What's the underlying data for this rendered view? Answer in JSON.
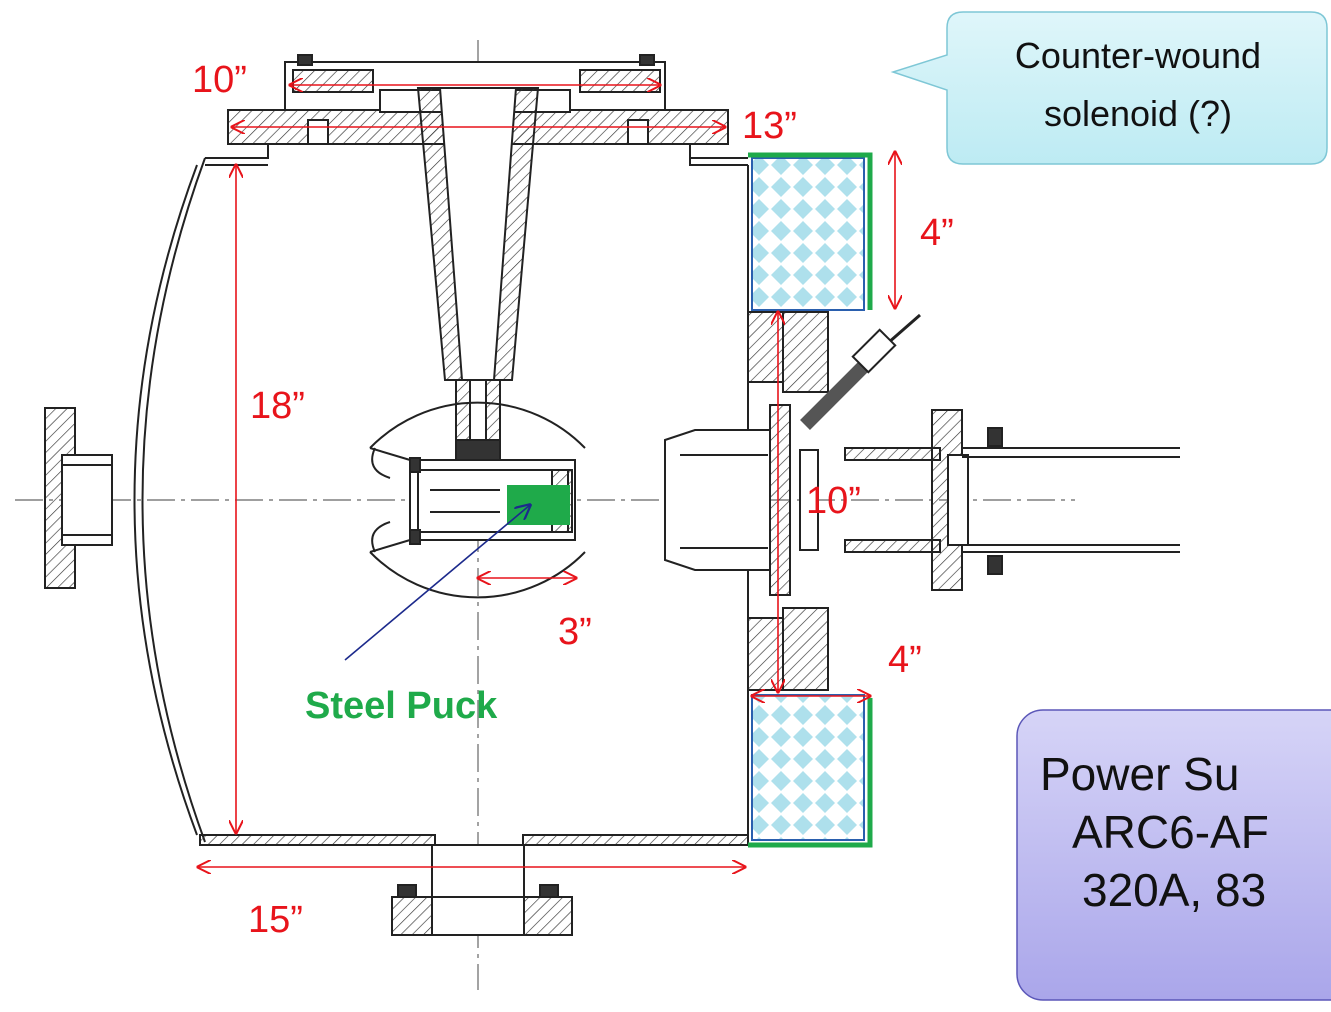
{
  "diagram": {
    "dimensions": {
      "top_flange_inner": "10”",
      "top_flange_outer": "13”",
      "chamber_height": "18”",
      "coil_top": "4”",
      "coil_bottom": "4”",
      "port_center": "10”",
      "puck_offset": "3”",
      "chamber_width": "15”"
    },
    "labels": {
      "steel_puck": "Steel Puck"
    },
    "callout": {
      "line1": "Counter-wound",
      "line2": "solenoid (?)"
    },
    "power_supply": {
      "line1": "Power Su",
      "line2": "ARC6-AF",
      "line3": "320A, 83"
    },
    "colors": {
      "dimension": "#e8141b",
      "coil_outline": "#1faa4a",
      "puck": "#1faa4a",
      "callout_fill": "#cdf1f7",
      "power_supply_fill": "#b9b6ee"
    }
  }
}
